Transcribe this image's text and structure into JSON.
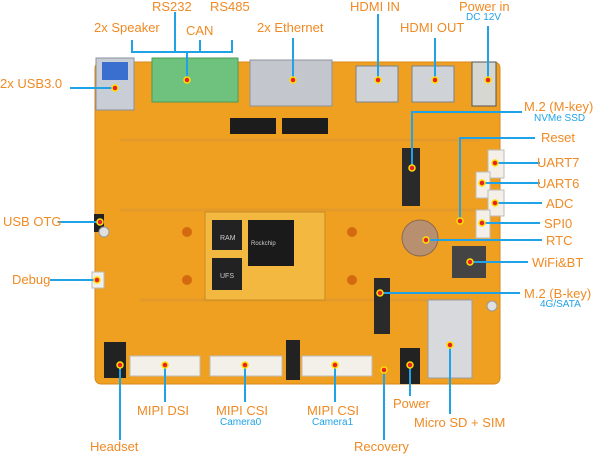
{
  "colors": {
    "label": "#f08a24",
    "leader": "#1fa3e6",
    "board": "#f0a020",
    "dot": "#e8202a",
    "dot_center": "#ffe000"
  },
  "labels": {
    "rs232": "RS232",
    "rs485": "RS485",
    "speaker": "2x Speaker",
    "can": "CAN",
    "ethernet": "2x Ethernet",
    "hdmi_in": "HDMI IN",
    "hdmi_out": "HDMI OUT",
    "power_in": "Power in",
    "power_in_sub": "DC 12V",
    "usb3": "2x  USB3.0",
    "m2m": "M.2 (M-key)",
    "m2m_sub": "NVMe SSD",
    "reset": "Reset",
    "uart7": "UART7",
    "uart6": "UART6",
    "adc": "ADC",
    "spi0": "SPI0",
    "rtc": "RTC",
    "wifi": "WiFi&BT",
    "m2b": "M.2 (B-key)",
    "m2b_sub": "4G/SATA",
    "usb_otg": "USB OTG",
    "debug": "Debug",
    "mipi_dsi": "MIPI DSI",
    "mipi_csi0": "MIPI CSI",
    "csi0_sub": "Camera0",
    "mipi_csi1": "MIPI CSI",
    "csi1_sub": "Camera1",
    "power": "Power",
    "sd_sim": "Micro SD + SIM",
    "headset": "Headset",
    "recovery": "Recovery"
  },
  "chips": {
    "ram": "RAM",
    "ufs": "UFS",
    "soc": "Rockchip"
  }
}
